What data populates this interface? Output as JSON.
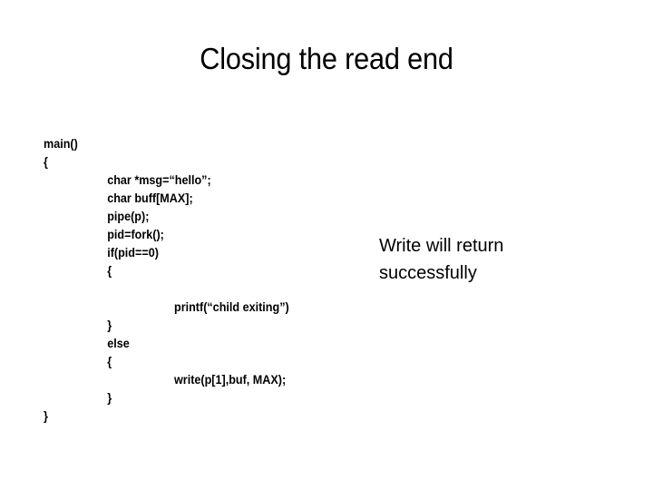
{
  "slide": {
    "title": "Closing the read end",
    "background_color": "#ffffff",
    "text_color": "#000000"
  },
  "code": {
    "lines": [
      {
        "text": "main()",
        "indent": 0
      },
      {
        "text": "{",
        "indent": 0
      },
      {
        "text": "char *msg=“hello”;",
        "indent": 1
      },
      {
        "text": "char buff[MAX];",
        "indent": 1
      },
      {
        "text": "pipe(p);",
        "indent": 1
      },
      {
        "text": "pid=fork();",
        "indent": 1
      },
      {
        "text": "if(pid==0)",
        "indent": 1
      },
      {
        "text": "{",
        "indent": 1
      },
      {
        "text": "",
        "indent": 1
      },
      {
        "text": "printf(“child exiting”)",
        "indent": 2
      },
      {
        "text": "}",
        "indent": 1
      },
      {
        "text": "else",
        "indent": 1
      },
      {
        "text": "{",
        "indent": 1
      },
      {
        "text": "write(p[1],buf, MAX);",
        "indent": 2
      },
      {
        "text": "}",
        "indent": 1
      },
      {
        "text": "}",
        "indent": 0
      }
    ]
  },
  "annotation": {
    "lines": [
      "Write will return",
      "successfully"
    ]
  }
}
